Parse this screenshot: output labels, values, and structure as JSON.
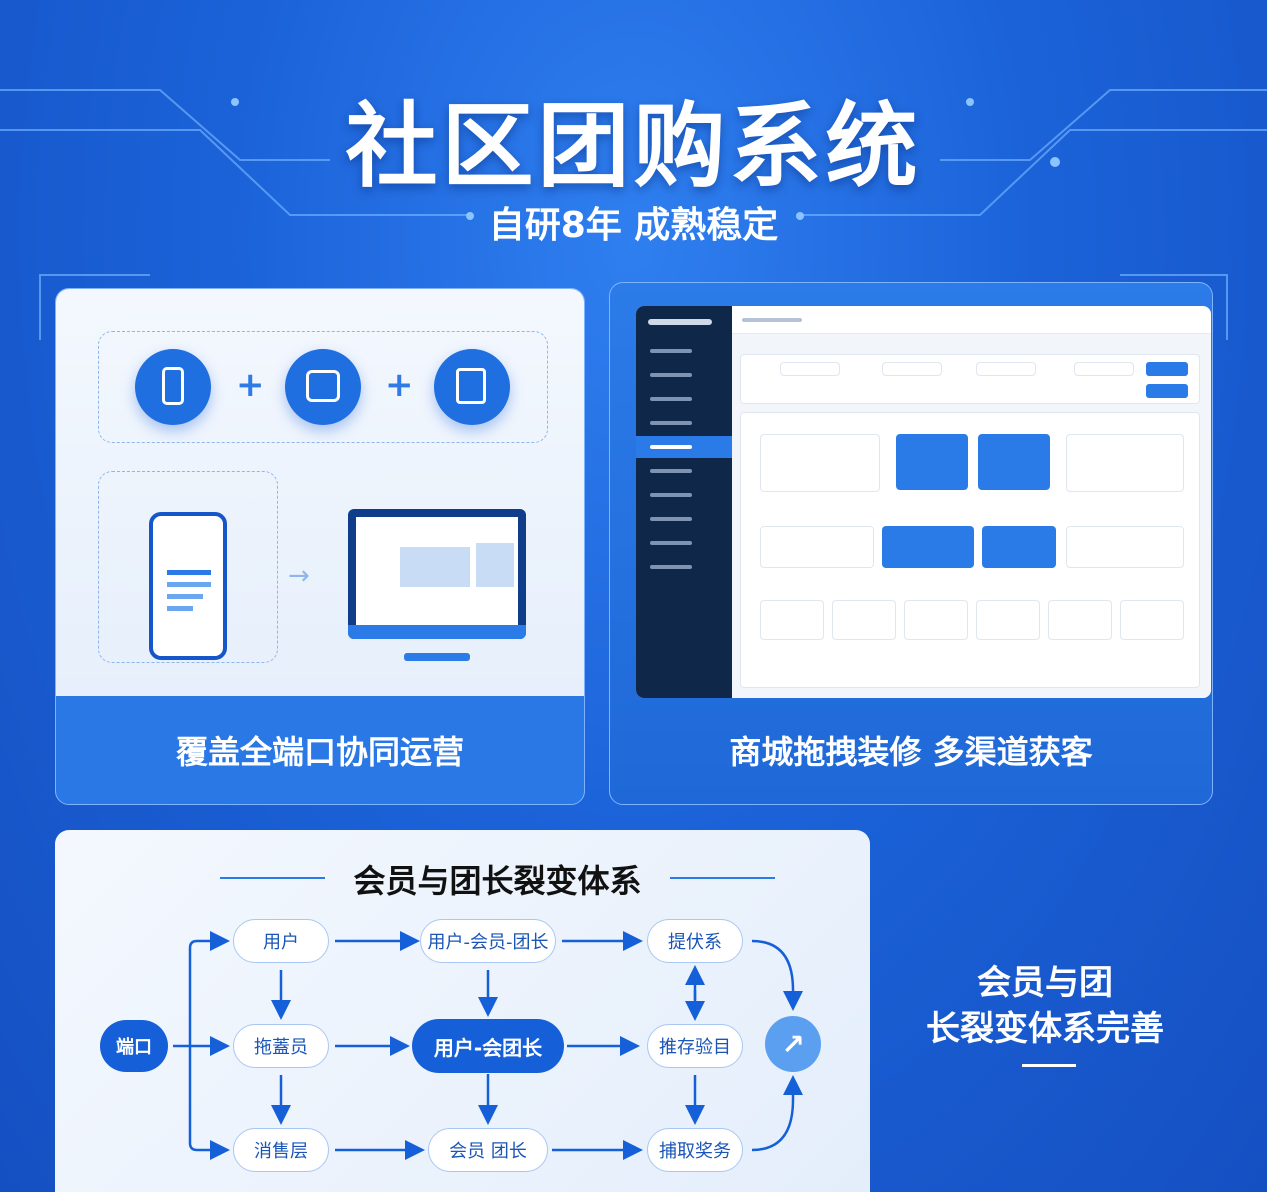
{
  "header": {
    "title": "社区团购系统",
    "subtitle": "自研8年 成熟稳定"
  },
  "panel_multi_device": {
    "caption": "覆盖全端口协同运营",
    "icons": [
      "mobile-icon",
      "mini-program-icon",
      "document-check-icon"
    ],
    "plus": "+"
  },
  "panel_mall": {
    "caption": "商城拖拽装修 多渠道获客"
  },
  "panel_fission": {
    "title": "会员与团长裂变体系",
    "start": "端口",
    "nodes": [
      [
        "用户",
        "用户-会员-团长",
        "提伏系"
      ],
      [
        "拖蓋员",
        "用户-会团长",
        "推存验目"
      ],
      [
        "消售层",
        "会员 团长",
        "捕取奖务"
      ]
    ],
    "caption_line1": "会员与团",
    "caption_line2": "长裂变体系完善"
  },
  "colors": {
    "accent": "#1560d8",
    "background": "#1b62d8",
    "sidebar": "#0f2748"
  }
}
